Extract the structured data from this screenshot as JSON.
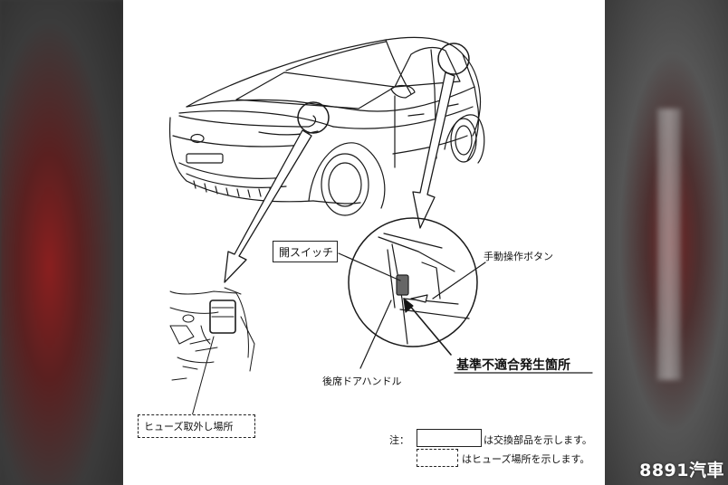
{
  "labels": {
    "open_switch": "開スイッチ",
    "manual_button": "手動操作ボタン",
    "rear_door_handle": "後席ドアハンドル",
    "nonconformity_location": "基準不適合発生箇所",
    "fuse_removal_location": "ヒューズ取外し場所"
  },
  "legend": {
    "note_prefix": "注：",
    "solid_box_meaning": "は交換部品を示します。",
    "dashed_box_meaning": "はヒューズ場所を示します。"
  },
  "watermark": "8891汽車",
  "colors": {
    "page": "#ffffff",
    "line": "#1a1a1a",
    "accent_bg": "#8a1f1f"
  }
}
